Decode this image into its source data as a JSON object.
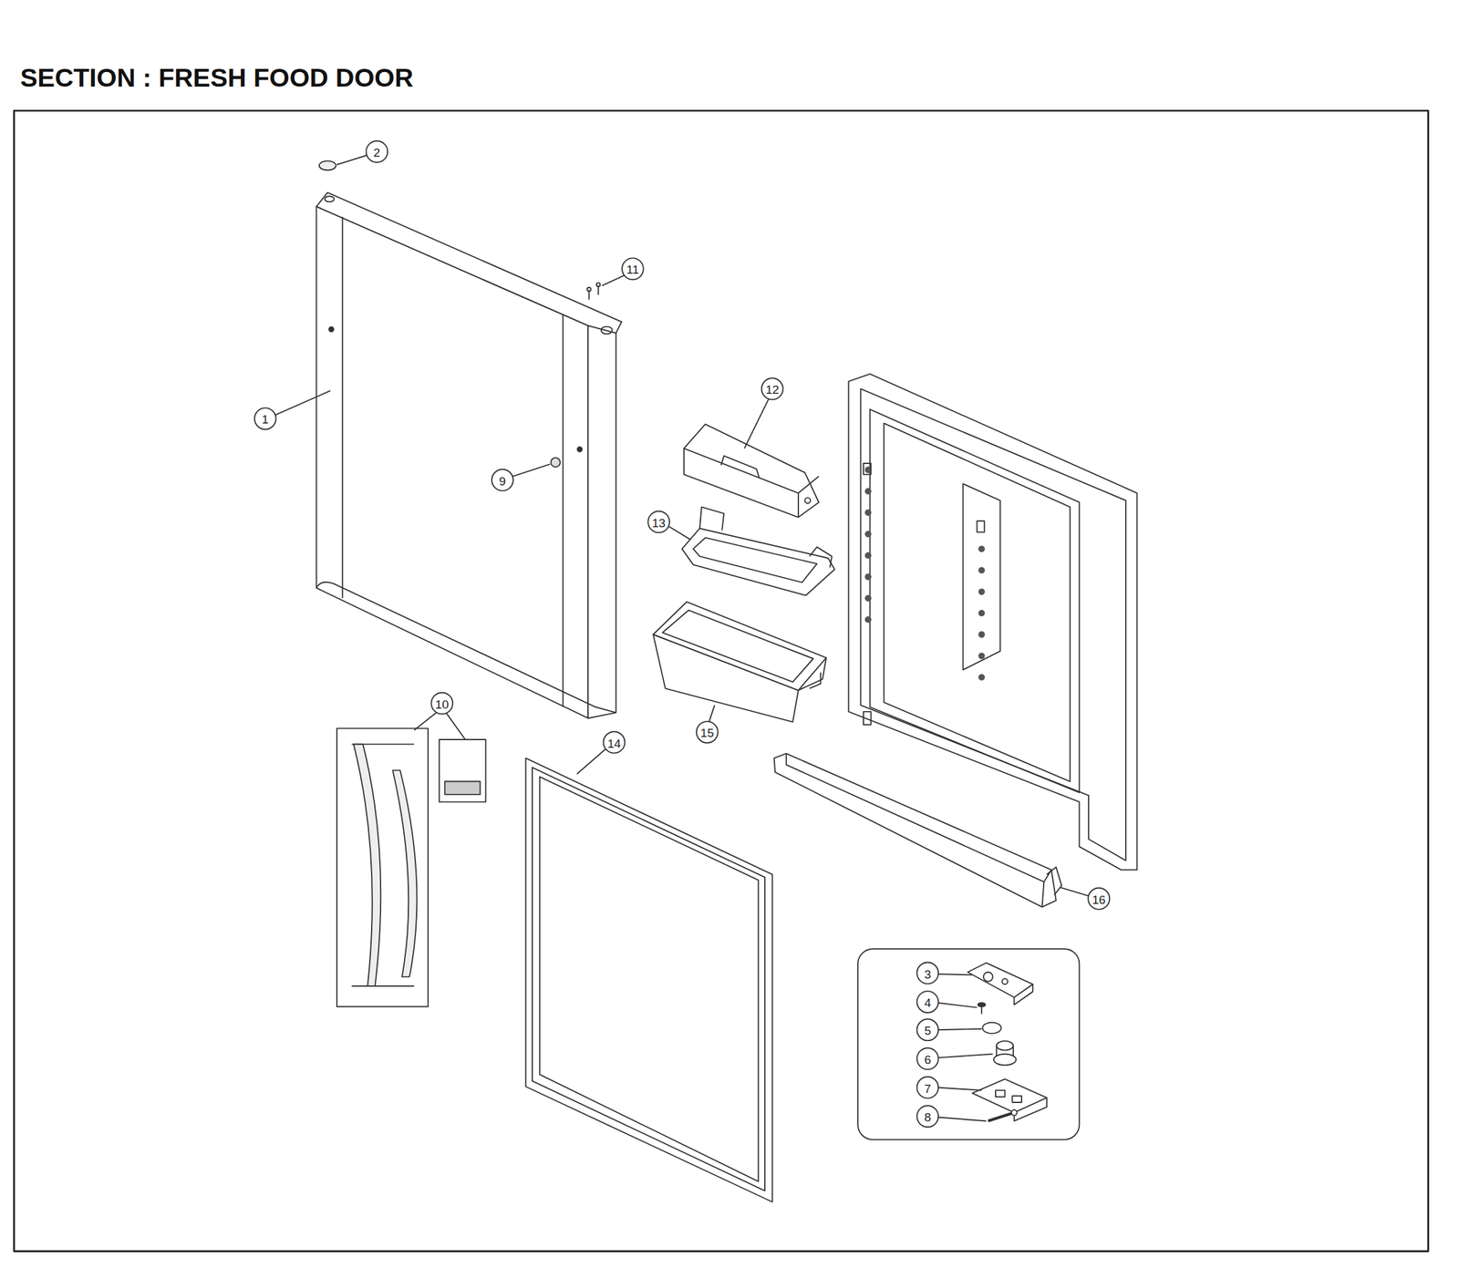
{
  "diagram": {
    "title": "SECTION : FRESH FOOD DOOR",
    "labels": [
      "2",
      "11",
      "1",
      "12",
      "9",
      "13",
      "10",
      "14",
      "15",
      "16",
      "3",
      "4",
      "5",
      "6",
      "7",
      "8"
    ]
  }
}
